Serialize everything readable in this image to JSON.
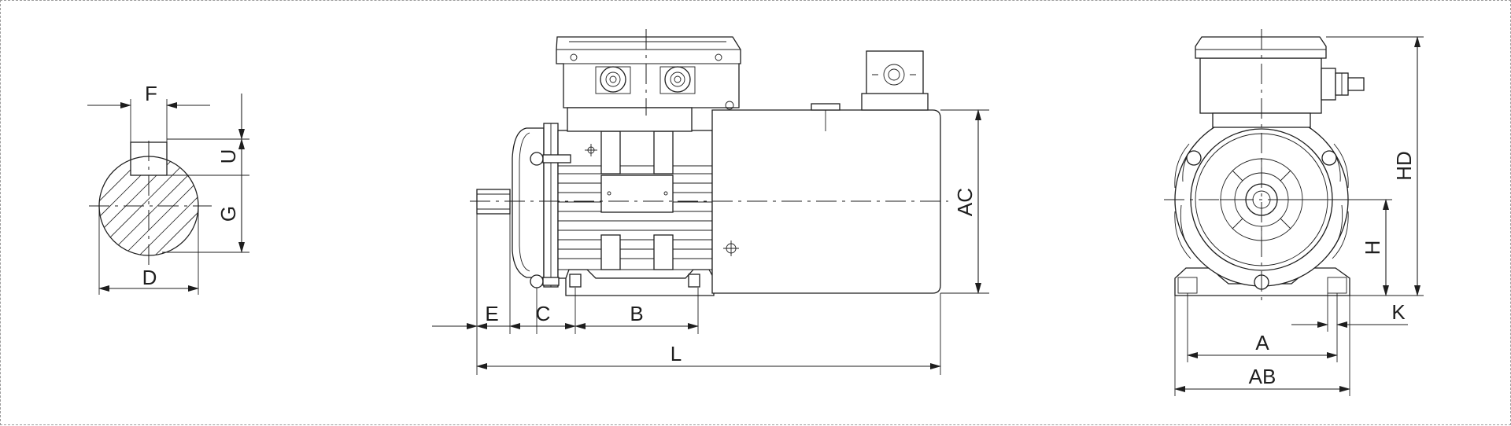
{
  "labels": {
    "shaft": {
      "F": "F",
      "U": "U",
      "G": "G",
      "D": "D"
    },
    "side": {
      "E": "E",
      "C": "C",
      "B": "B",
      "L": "L",
      "AC": "AC"
    },
    "front": {
      "HD": "HD",
      "H": "H",
      "K": "K",
      "A": "A",
      "AB": "AB"
    }
  }
}
